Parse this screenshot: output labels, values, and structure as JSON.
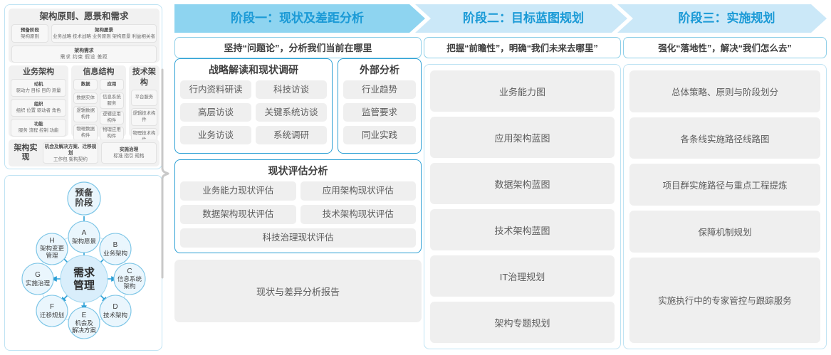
{
  "left_panel": {
    "togaf": {
      "requirements_block": {
        "title": "架构原则、愿景和需求",
        "prep": {
          "line1": "预备阶段",
          "line2": "架构原则"
        },
        "vision": {
          "line1": "架构愿景",
          "line2": "业务战略 技术战略 业务原则 架构愿景 利益相关者"
        },
        "needs": {
          "line1": "架构需求",
          "line2": "需求  约束  假设  差距"
        }
      },
      "business_arch": {
        "title": "业务架构",
        "cells": [
          {
            "title": "动机",
            "items": "驱动力 目标 目的 测量"
          },
          {
            "title": "组织",
            "items": "组织 位置 驱动者 角色"
          },
          {
            "title": "功能",
            "items": "服务 流程 控制 功能"
          }
        ]
      },
      "info_arch": {
        "title": "信息结构",
        "data_col": {
          "title": "数据",
          "items": [
            "数据实体",
            "逻辑数据构件",
            "物理数据构件"
          ]
        },
        "app_col": {
          "title": "应用",
          "items": [
            "信息系统服务",
            "逻辑应用构件",
            "物理应用构件"
          ]
        }
      },
      "tech_arch": {
        "title": "技术架构",
        "items": [
          "平台服务",
          "逻辑技术构件",
          "物理技术构件"
        ]
      },
      "realization": {
        "label": "架构实现",
        "cells": [
          {
            "title": "机会及解决方案、迁移规划",
            "items": "工作包  架构契约"
          },
          {
            "title": "实施治理",
            "items": "标准  指引  规格"
          }
        ]
      }
    },
    "cycle": {
      "prep": "预备\n阶段",
      "center": "需求\n管理",
      "nodes": [
        {
          "key": "A",
          "label": "架构愿景"
        },
        {
          "key": "B",
          "label": "业务架构"
        },
        {
          "key": "C",
          "label": "信息系统架构"
        },
        {
          "key": "D",
          "label": "技术架构"
        },
        {
          "key": "E",
          "label": "机会及解决方案"
        },
        {
          "key": "F",
          "label": "迁移规划"
        },
        {
          "key": "G",
          "label": "实施治理"
        },
        {
          "key": "H",
          "label": "架构变更管理"
        }
      ]
    }
  },
  "banner": {
    "phase1": "阶段一：现状及差距分析",
    "phase2": "阶段二：目标蓝图规划",
    "phase3": "阶段三：实施规划",
    "color_phase1": "#8ed4f0",
    "color_phase23": "#cbe8f8",
    "text_color": "#1b9ad6"
  },
  "phase1": {
    "subhead": "坚持“问题论”，分析我们当前在哪里",
    "strategy_card": {
      "title": "战略解读和现状调研",
      "items": [
        "行内资料研读",
        "科技访谈",
        "高层访谈",
        "关键系统访谈",
        "业务访谈",
        "系统调研"
      ]
    },
    "external_card": {
      "title": "外部分析",
      "items": [
        "行业趋势",
        "监管要求",
        "同业实践"
      ]
    },
    "assessment_card": {
      "title": "现状评估分析",
      "items": [
        "业务能力现状评估",
        "应用架构现状评估",
        "数据架构现状评估",
        "技术架构现状评估"
      ],
      "full_item": "科技治理现状评估"
    },
    "report": "现状与差异分析报告"
  },
  "phase2": {
    "subhead": "把握“前瞻性”，明确“我们未来去哪里”",
    "items": [
      "业务能力图",
      "应用架构蓝图",
      "数据架构蓝图",
      "技术架构蓝图",
      "IT治理规划",
      "架构专题规划"
    ]
  },
  "phase3": {
    "subhead": "强化“落地性”，解决“我们怎么去”",
    "items": [
      "总体策略、原则与阶段划分",
      "各条线实施路径线路图",
      "项目群实施路径与重点工程提炼",
      "保障机制规划",
      "实施执行中的专家管控与跟踪服务"
    ]
  }
}
